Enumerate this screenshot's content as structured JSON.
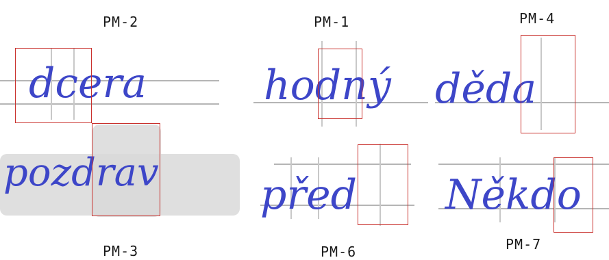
{
  "samples": [
    {
      "label": "PM-2",
      "word": "dcera"
    },
    {
      "label": "PM-1",
      "word": "hodný"
    },
    {
      "label": "PM-4",
      "word": "děda"
    },
    {
      "label": "PM-3",
      "word": "pozdrav"
    },
    {
      "label": "PM-6",
      "word": "před"
    },
    {
      "label": "PM-7",
      "word": "Někdo"
    }
  ],
  "colors": {
    "ink": "#3d46c8",
    "highlight": "#c9302c",
    "guide": "#b5b5b5"
  }
}
